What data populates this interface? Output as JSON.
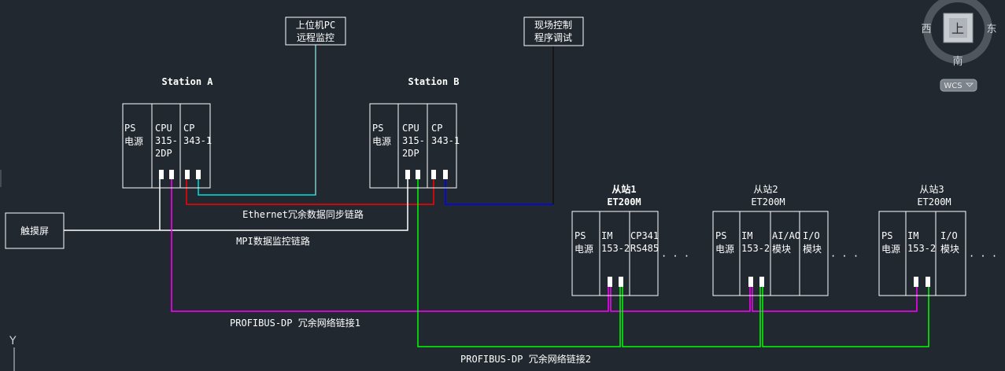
{
  "pc_box": {
    "line1": "上位机PC",
    "line2": "远程监控"
  },
  "field_box": {
    "line1": "现场控制",
    "line2": "程序调试"
  },
  "station_a": {
    "title": "Station A",
    "ps": [
      "PS",
      "电源"
    ],
    "cpu": [
      "CPU",
      "315-",
      "2DP"
    ],
    "cp": [
      "CP",
      "343-1"
    ]
  },
  "station_b": {
    "title": "Station B",
    "ps": [
      "PS",
      "电源"
    ],
    "cpu": [
      "CPU",
      "315-",
      "2DP"
    ],
    "cp": [
      "CP",
      "343-1"
    ]
  },
  "touchscreen": "触摸屏",
  "links": {
    "ethernet": "Ethernet冗余数据同步链路",
    "mpi": "MPI数据监控链路",
    "dp1": "PROFIBUS-DP 冗余网络链接1",
    "dp2": "PROFIBUS-DP 冗余网络链接2"
  },
  "slave1": {
    "title": "从站1",
    "sub": "ET200M",
    "ps": [
      "PS",
      "电源"
    ],
    "im": [
      "IM",
      "153-2"
    ],
    "cp": [
      "CP341",
      "RS485"
    ]
  },
  "slave2": {
    "title": "从站2",
    "sub": "ET200M",
    "ps": [
      "PS",
      "电源"
    ],
    "im": [
      "IM",
      "153-2"
    ],
    "aio": [
      "AI/AO",
      "模块"
    ],
    "io": [
      "I/O",
      "模块"
    ]
  },
  "slave3": {
    "title": "从站3",
    "sub": "ET200M",
    "ps": [
      "PS",
      "电源"
    ],
    "im": [
      "IM",
      "153-2"
    ],
    "io": [
      "I/O",
      "模块"
    ]
  },
  "ellipsis": "· · ·",
  "viewcube": {
    "top": "上",
    "west": "西",
    "east": "东",
    "south": "南",
    "wcs": "WCS"
  },
  "ucs_axis": "Y",
  "colors": {
    "ethernet": "#ff0000",
    "pc": "#00ffff",
    "field": "#0000ff",
    "dp1": "#ff00ff",
    "dp2": "#00ff00",
    "mpi": "#ffffff",
    "bg": "#212830"
  }
}
